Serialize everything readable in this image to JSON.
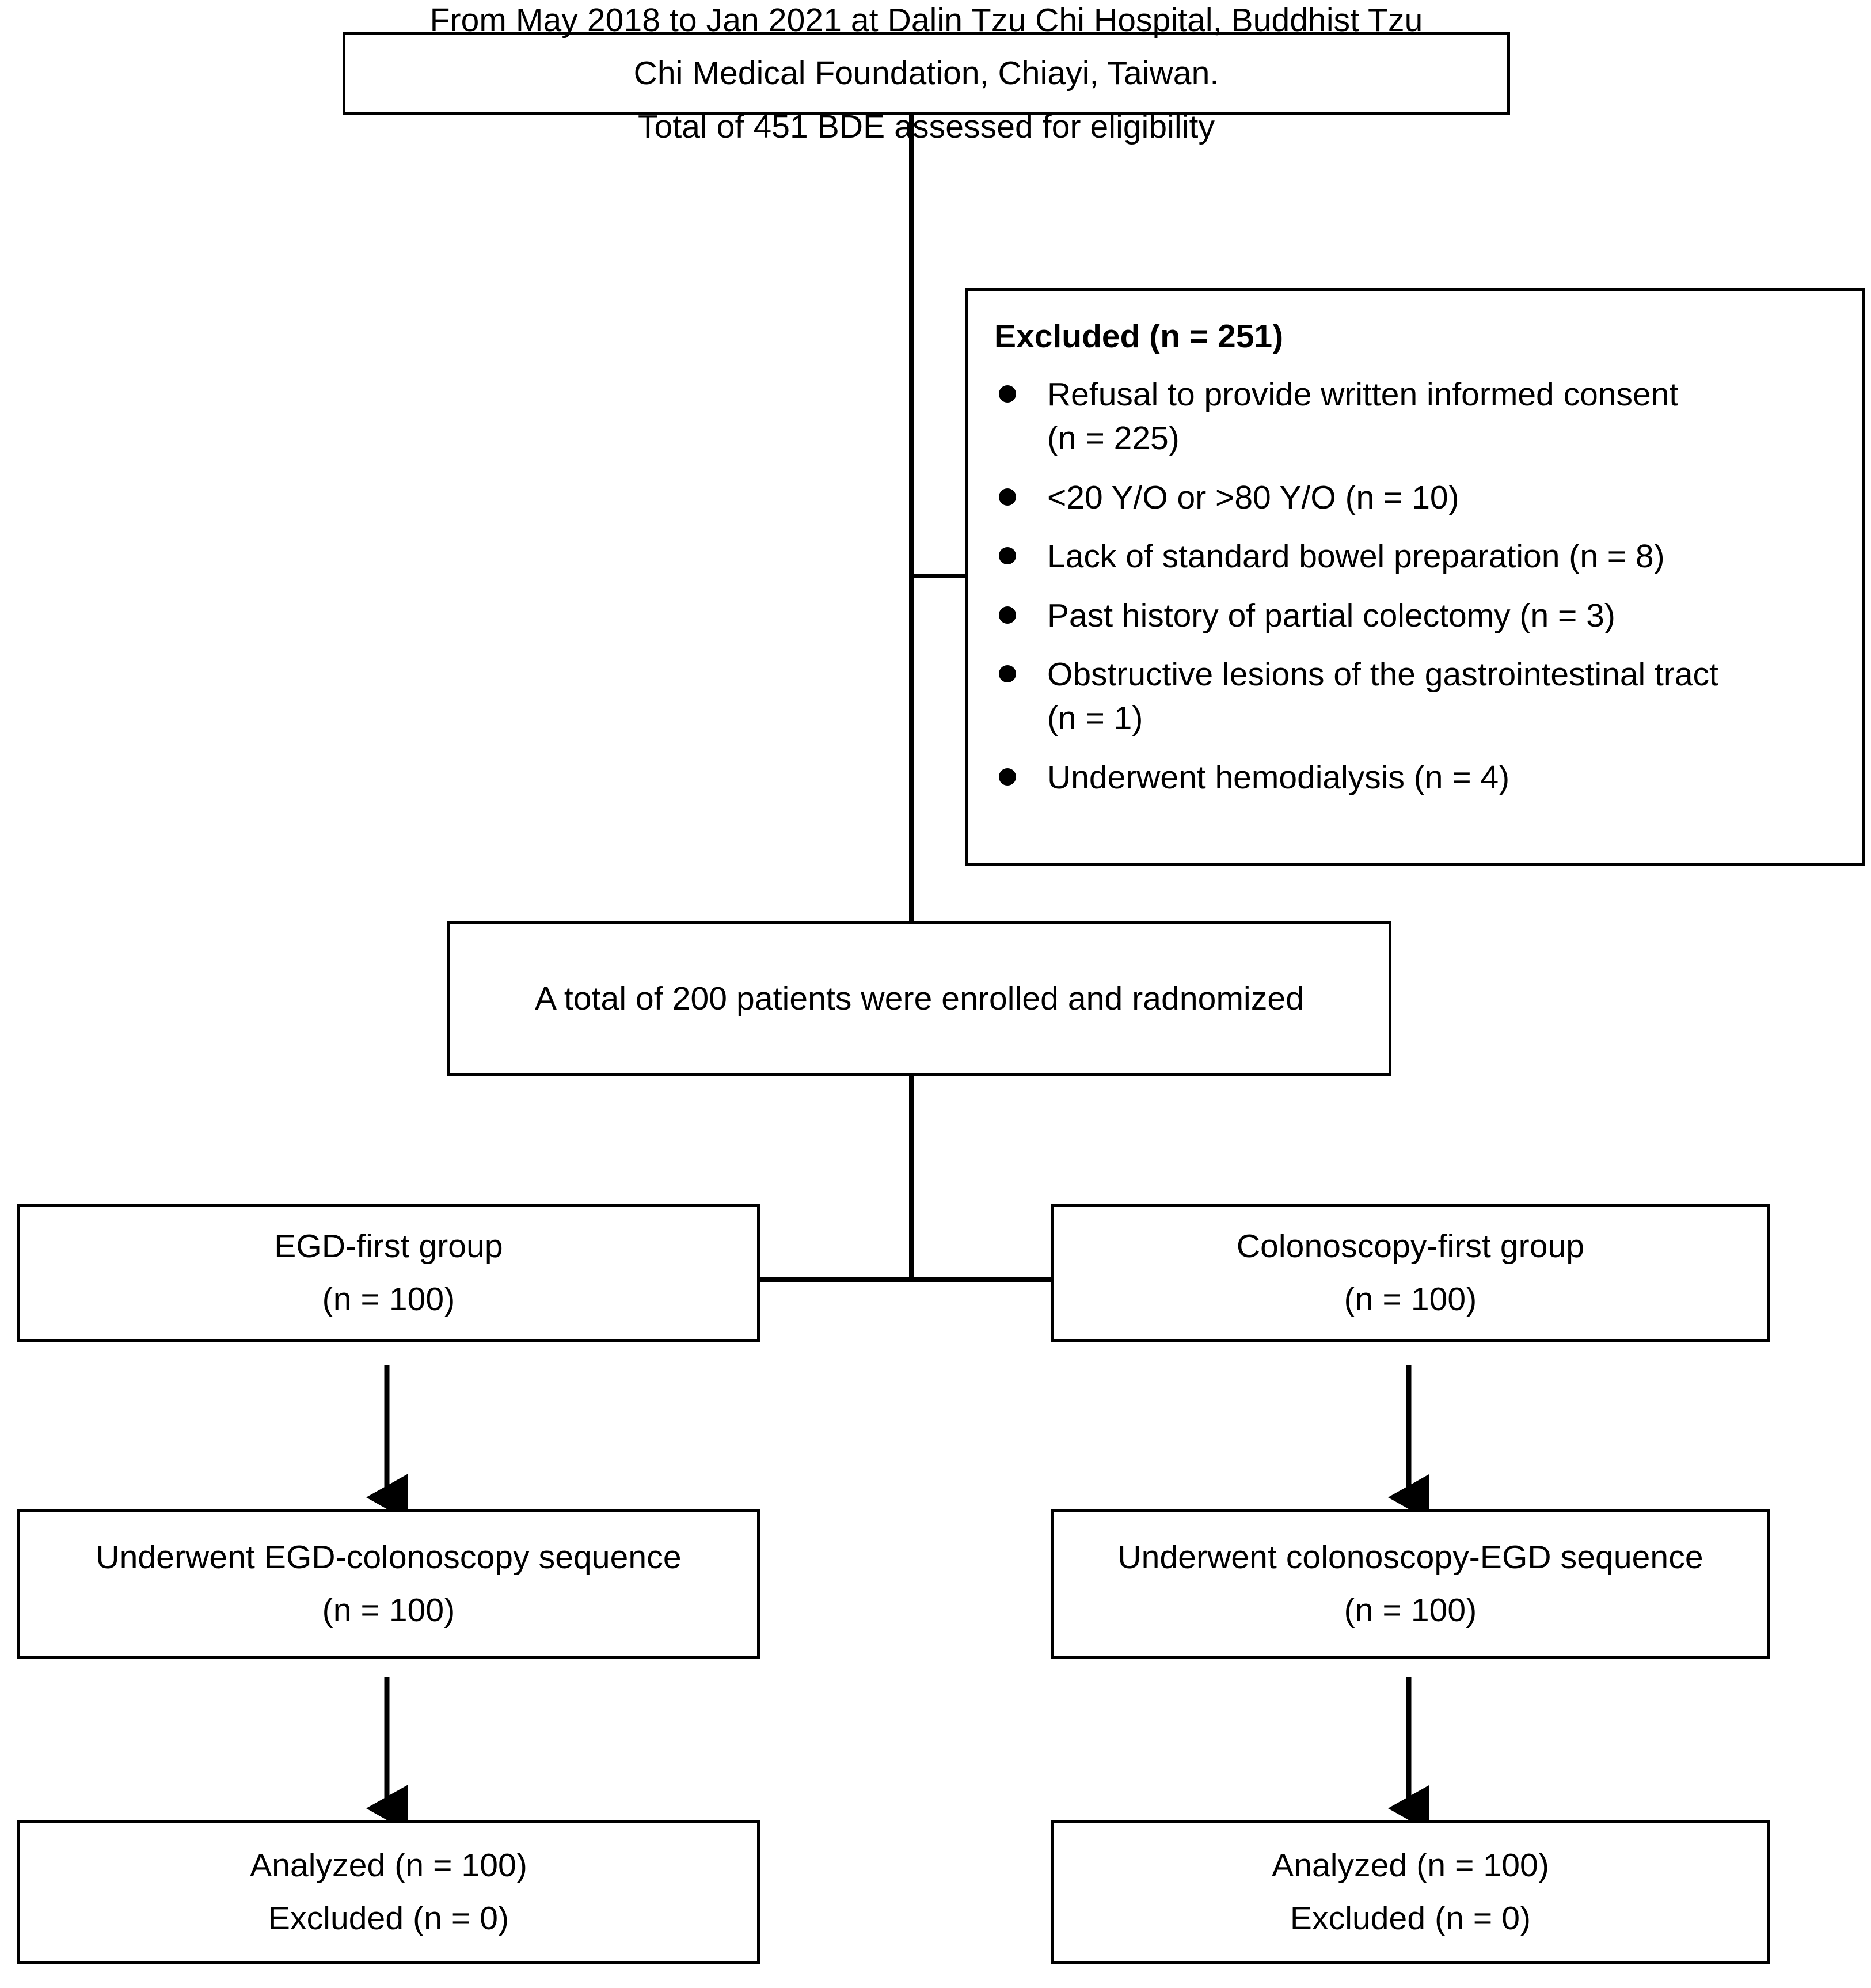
{
  "figure": {
    "type": "consort-flow-diagram",
    "line_color": "#000000",
    "background_color": "#ffffff"
  },
  "nodes": {
    "eligibility": {
      "lines": [
        "From May 2018 to Jan 2021 at Dalin Tzu Chi Hospital, Buddhist Tzu",
        "Chi Medical Foundation, Chiayi, Taiwan.",
        "Total of 451 BDE assessed for eligibility"
      ]
    },
    "excluded": {
      "heading": "Excluded (n = 251)",
      "items": [
        {
          "text": "Refusal to provide written informed consent",
          "sub": "(n = 225)"
        },
        {
          "text": "<20 Y/O or >80 Y/O (n = 10)",
          "sub": ""
        },
        {
          "text": "Lack of standard bowel preparation  (n = 8)",
          "sub": ""
        },
        {
          "text": "Past history of partial colectomy (n = 3)",
          "sub": ""
        },
        {
          "text": "Obstructive lesions of the gastrointestinal tract",
          "sub": "(n = 1)"
        },
        {
          "text": "Underwent hemodialysis (n = 4)",
          "sub": ""
        }
      ]
    },
    "enrolled": {
      "lines": [
        "A total of 200 patients were enrolled and radnomized"
      ]
    },
    "egd_group": {
      "lines": [
        "EGD-first group",
        "(n = 100)"
      ]
    },
    "colonoscopy_group": {
      "lines": [
        "Colonoscopy-first group",
        "(n = 100)"
      ]
    },
    "egd_sequence": {
      "lines": [
        "Underwent EGD-colonoscopy sequence",
        "(n = 100)"
      ]
    },
    "colonoscopy_sequence": {
      "lines": [
        "Underwent colonoscopy-EGD sequence",
        "(n = 100)"
      ]
    },
    "egd_analyzed": {
      "lines": [
        "Analyzed (n = 100)",
        "Excluded (n = 0)"
      ]
    },
    "colonoscopy_analyzed": {
      "lines": [
        "Analyzed (n = 100)",
        "Excluded (n = 0)"
      ]
    }
  }
}
